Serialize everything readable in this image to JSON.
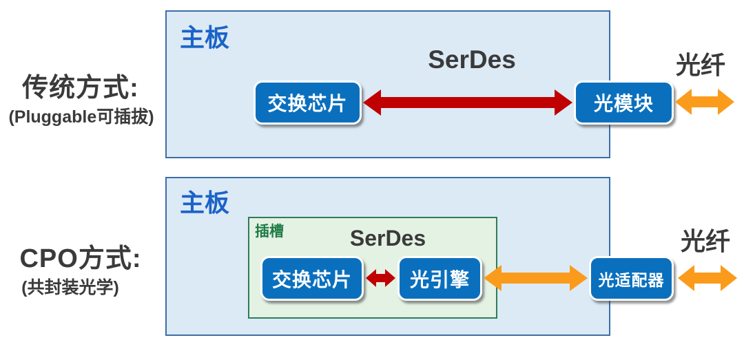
{
  "colors": {
    "panel_fill": "#DCEAF6",
    "panel_border": "#3C6EA5",
    "panel_title": "#1B63C8",
    "slot_fill": "#E4F2E4",
    "slot_border": "#2E7D57",
    "slot_title": "#1E7B45",
    "node_fill": "#0A70BE",
    "node_text": "#FFFFFF",
    "red_arrow": "#C00000",
    "orange_arrow": "#FB9B1C",
    "label_text": "#3A3A3A"
  },
  "rows": [
    {
      "title": "传统方式:",
      "subtitle": "(Pluggable可插拔)",
      "board_label": "主板",
      "serdes_label": "SerDes",
      "fiber_label": "光纤",
      "nodes": {
        "switch_chip": "交换芯片",
        "optical_module": "光模块"
      }
    },
    {
      "title": "CPO方式:",
      "subtitle": "(共封装光学)",
      "board_label": "主板",
      "slot_label": "插槽",
      "serdes_label": "SerDes",
      "fiber_label": "光纤",
      "nodes": {
        "switch_chip": "交换芯片",
        "optical_engine": "光引擎",
        "optical_adapter": "光适配器"
      }
    }
  ]
}
